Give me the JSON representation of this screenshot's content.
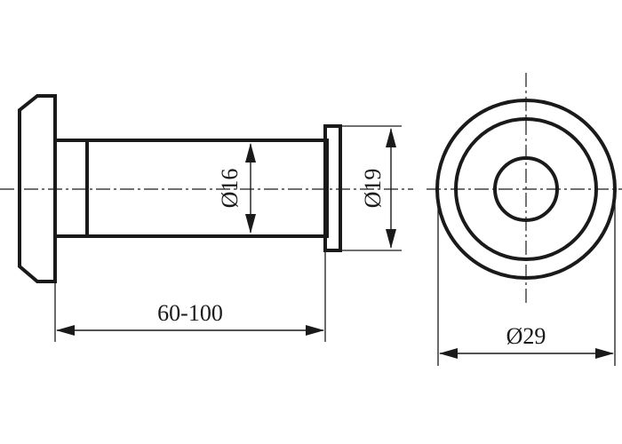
{
  "dimensions": {
    "length_range": "60-100",
    "diameter_16": "Ø16",
    "diameter_19": "Ø19",
    "diameter_29": "Ø29"
  },
  "colors": {
    "line": "#1a1a1a",
    "background": "#ffffff"
  }
}
